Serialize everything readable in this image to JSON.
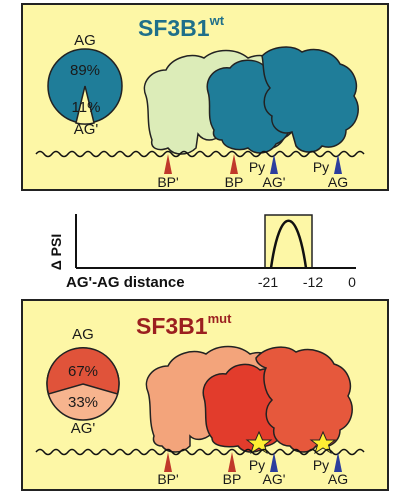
{
  "wt_panel": {
    "title": "SF3B1",
    "title_sup": "wt",
    "pie_top_label": "AG",
    "pie_bottom_label": "AG'",
    "pie_major_pct": "89%",
    "pie_minor_pct": "11%",
    "pie_major_fraction": 0.89,
    "sites": {
      "bp_prime": "BP'",
      "bp": "BP",
      "py1": "Py",
      "ag_prime": "AG'",
      "py2": "Py",
      "ag": "AG"
    },
    "colors": {
      "pie": "#1f7d99",
      "blob_light": "#dcecb8",
      "blob_dark": "#1f7d99",
      "bg": "#fdf7a6"
    }
  },
  "middle": {
    "y_label": "Δ PSI",
    "x_label": "AG'-AG distance",
    "ticks": [
      "-21",
      "-12",
      "0"
    ]
  },
  "mut_panel": {
    "title": "SF3B1",
    "title_sup": "mut",
    "pie_top_label": "AG",
    "pie_bottom_label": "AG'",
    "pie_major_pct": "67%",
    "pie_minor_pct": "33%",
    "pie_major_fraction": 0.67,
    "sites": {
      "bp_prime": "BP'",
      "bp": "BP",
      "py1": "Py",
      "ag_prime": "AG'",
      "py2": "Py",
      "ag": "AG"
    },
    "colors": {
      "pie_major": "#e0533a",
      "pie_minor": "#f7b48e",
      "blob_light": "#f3a47b",
      "blob_mid": "#e23c2c",
      "blob_dark": "#e6583c",
      "star": "#ffee33",
      "bg": "#fdf7a6"
    }
  },
  "marker_colors": {
    "red": "#c0392b",
    "blue": "#2c3e9e"
  }
}
